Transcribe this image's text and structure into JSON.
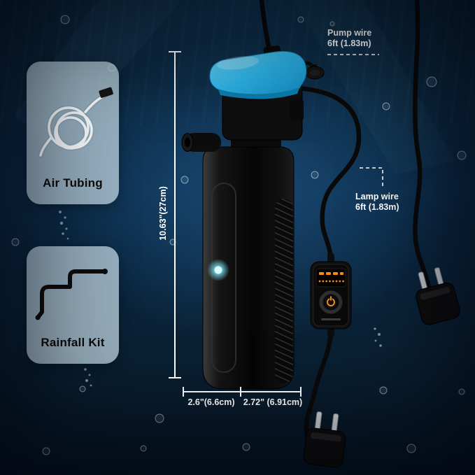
{
  "scene": {
    "description": "aquarium internal filter pump product diagram, underwater background",
    "colors": {
      "water_deep_blue": "#0c2c49",
      "product_black": "#0d0d0d",
      "pump_cap_blue": "#2db3e6",
      "led_cyan": "#9ffcff",
      "controller_indicator_orange": "#f08c1e",
      "annotation_white": "#ffffff",
      "card_background": "#b7cddb"
    }
  },
  "accessory_cards": [
    {
      "id": "air-tubing",
      "label": "Air Tubing"
    },
    {
      "id": "rainfall-kit",
      "label": "Rainfall Kit"
    }
  ],
  "callouts": {
    "pump_wire": {
      "title": "Pump wire",
      "length": "6ft (1.83m)"
    },
    "lamp_wire": {
      "title": "Lamp wire",
      "length": "6ft (1.83m)"
    }
  },
  "dimensions": {
    "height": "10.63\"(27cm)",
    "base_width": "2.6\"(6.6cm)",
    "body_width": "2.72\" (6.91cm)"
  }
}
